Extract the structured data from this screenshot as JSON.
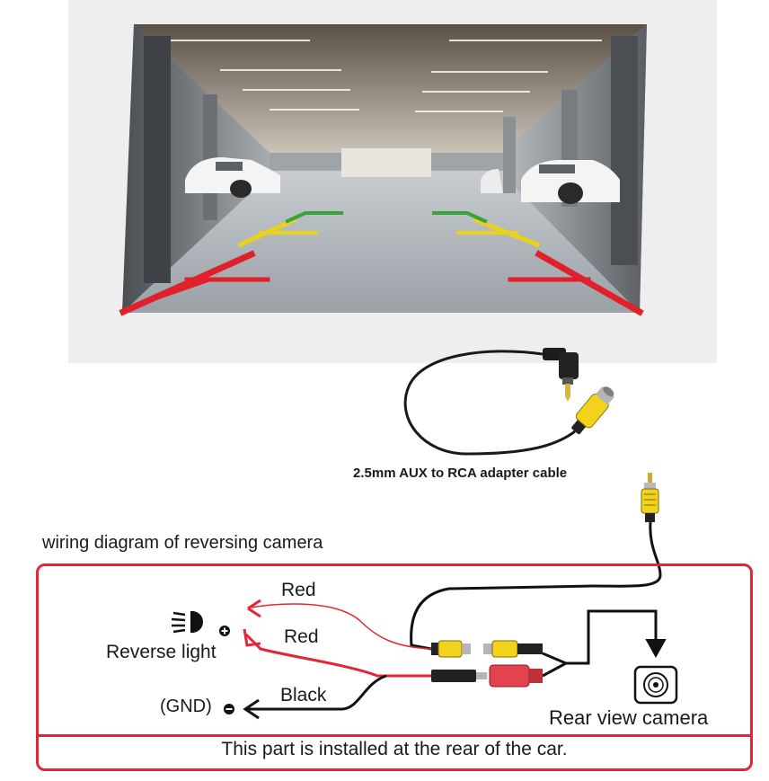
{
  "photo": {
    "description_icon": "parking-garage-camera-view"
  },
  "adapter": {
    "caption": "2.5mm AUX to RCA adapter cable"
  },
  "diagram": {
    "title": "wiring diagram of reversing camera",
    "wires": {
      "red_1": "Red",
      "red_2": "Red",
      "black": "Black"
    },
    "reverse_light_label": "Reverse light",
    "ground_label": "(GND)",
    "camera_label": "Rear view camera",
    "footer": "This part is installed at the rear of the car."
  },
  "colors": {
    "frame": "#e32636",
    "wire_red": "#e32636",
    "wire_black": "#111111",
    "rca_yellow": "#f2d21b",
    "guide_red": "#e0202a",
    "guide_yellow": "#e8d21a",
    "guide_green": "#3aa23a"
  }
}
